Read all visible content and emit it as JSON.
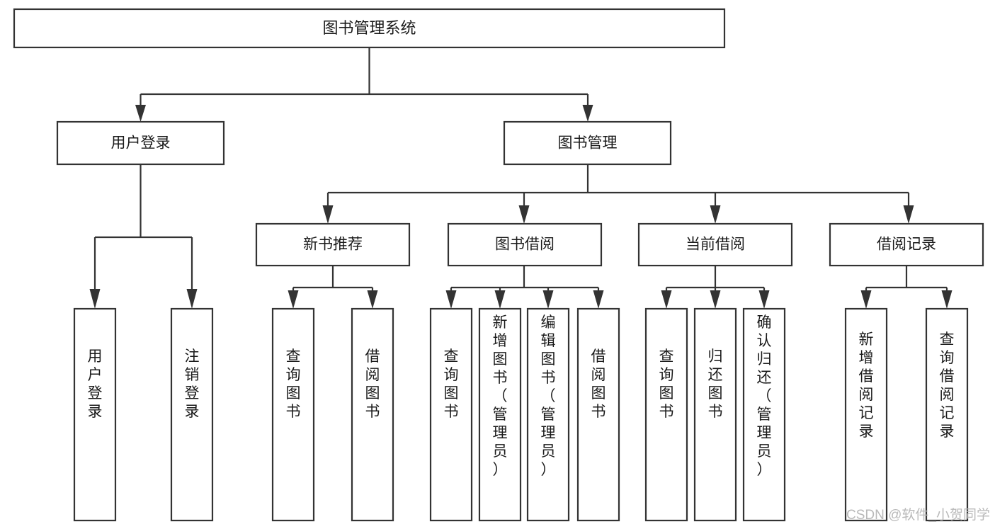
{
  "diagram": {
    "type": "tree",
    "title": "图书管理系统",
    "root": {
      "id": "root",
      "label": "图书管理系统",
      "level": 0
    },
    "level2": [
      {
        "id": "user-login",
        "label": "用户登录"
      },
      {
        "id": "book-management",
        "label": "图书管理"
      }
    ],
    "level3": [
      {
        "id": "new-book-recommend",
        "label": "新书推荐",
        "parent": "book-management"
      },
      {
        "id": "book-borrow",
        "label": "图书借阅",
        "parent": "book-management"
      },
      {
        "id": "current-borrow",
        "label": "当前借阅",
        "parent": "book-management"
      },
      {
        "id": "borrow-record",
        "label": "借阅记录",
        "parent": "book-management"
      }
    ],
    "leaves": [
      {
        "id": "leaf-user-login",
        "label": "用户登录",
        "parent": "user-login"
      },
      {
        "id": "leaf-logout-login",
        "label": "注销登录",
        "parent": "user-login"
      },
      {
        "id": "leaf-query-book-1",
        "label": "查询图书",
        "parent": "new-book-recommend"
      },
      {
        "id": "leaf-borrow-book-1",
        "label": "借阅图书",
        "parent": "new-book-recommend"
      },
      {
        "id": "leaf-query-book-2",
        "label": "查询图书",
        "parent": "book-borrow"
      },
      {
        "id": "leaf-add-book-admin",
        "label": "新增图书（管理员）",
        "parent": "book-borrow"
      },
      {
        "id": "leaf-edit-book-admin",
        "label": "编辑图书（管理员）",
        "parent": "book-borrow"
      },
      {
        "id": "leaf-borrow-book-2",
        "label": "借阅图书",
        "parent": "book-borrow"
      },
      {
        "id": "leaf-query-book-3",
        "label": "查询图书",
        "parent": "current-borrow"
      },
      {
        "id": "leaf-return-book",
        "label": "归还图书",
        "parent": "current-borrow"
      },
      {
        "id": "leaf-confirm-return-admin",
        "label": "确认归还（管理员）",
        "parent": "current-borrow"
      },
      {
        "id": "leaf-add-borrow-record",
        "label": "新增借阅记录",
        "parent": "borrow-record"
      },
      {
        "id": "leaf-query-borrow-record",
        "label": "查询借阅记录",
        "parent": "borrow-record"
      }
    ]
  },
  "watermark": {
    "text": "CSDN @软件_小贺同学"
  },
  "colors": {
    "stroke": "#333333",
    "box_fill": "#ffffff",
    "text": "#1a1a1a",
    "background": "#ffffff",
    "watermark": "#b9b9b9"
  }
}
